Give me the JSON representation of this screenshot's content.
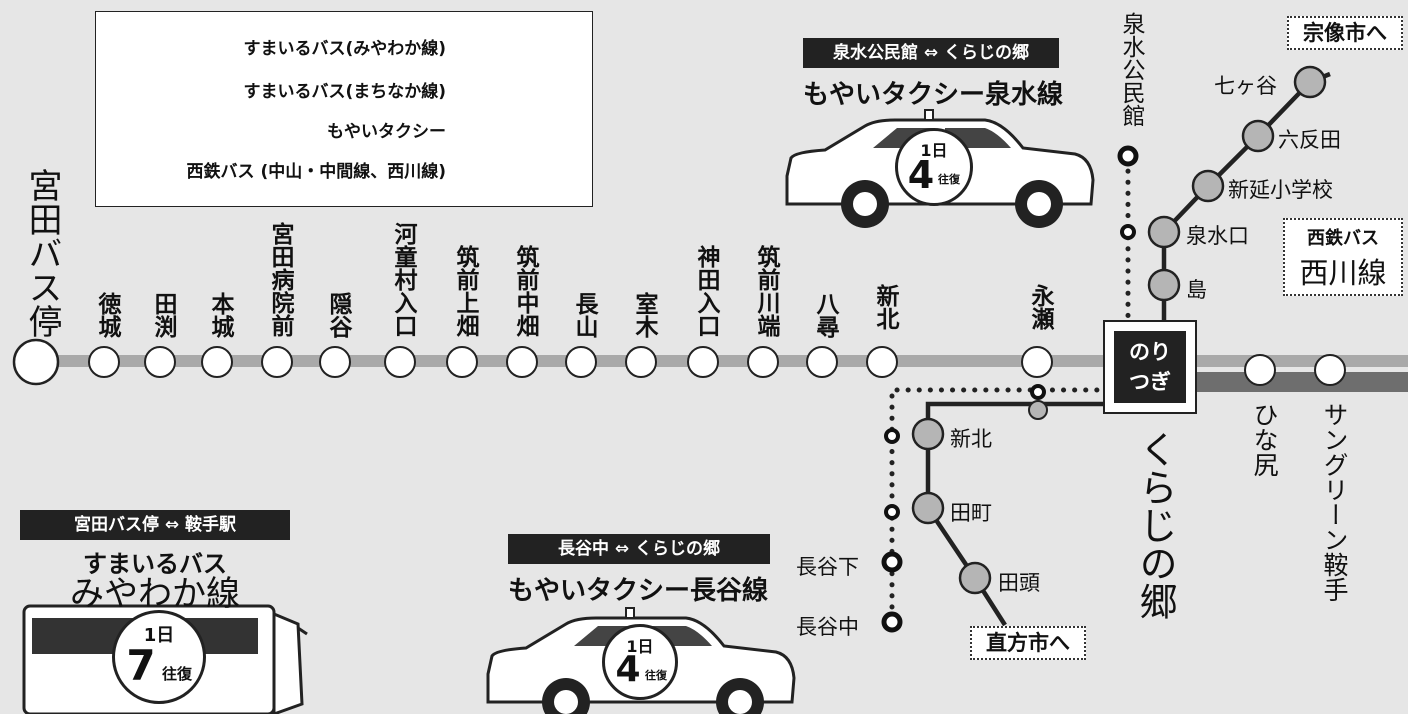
{
  "colors": {
    "background": "#e6e6e6",
    "miyawaka_line": "#a9a9a9",
    "machinaka_line": "#6e6e6e",
    "nishitetsu_line": "#222222",
    "taxi_dots": "#222222",
    "stop_fill": "#ffffff",
    "nishitetsu_stop_fill": "#b5b5b5"
  },
  "legend": {
    "items": [
      {
        "label": "すまいるバス(みやわか線)",
        "symbol": "light-gray-line-white-circle"
      },
      {
        "label": "すまいるバス(まちなか線)",
        "symbol": "dark-gray-line-white-circle"
      },
      {
        "label": "もやいタクシー",
        "symbol": "dotted-line-black-ring"
      },
      {
        "label": "西鉄バス (中山・中間線、西川線)",
        "symbol": "black-line-gray-circle"
      }
    ]
  },
  "main_line_stops": [
    "宮田バス停",
    "徳城",
    "田渕",
    "本城",
    "宮田病院前",
    "隠谷",
    "河童村入口",
    "筑前上畑",
    "筑前中畑",
    "長山",
    "室木",
    "神田入口",
    "筑前川端",
    "八尋",
    "新北",
    "永瀬"
  ],
  "hub": {
    "label": "のり つぎ",
    "name": "くらじの郷"
  },
  "east_stops": [
    "ひな尻",
    "サングリーン鞍手"
  ],
  "izumi_taxi": {
    "route": "泉水公民館 ⇔ くらじの郷",
    "name": "もやいタクシー泉水線",
    "badge_top": "1日",
    "badge_num": "4",
    "badge_unit": "往復",
    "stop": "泉水公民館"
  },
  "nishikawa": {
    "stops": [
      "泉水口",
      "島",
      "新延小学校",
      "六反田",
      "七ヶ谷"
    ],
    "to": "宗像市へ",
    "line_label": "西鉄バス",
    "line_name": "西川線"
  },
  "southern": {
    "stops": [
      "新北",
      "田町",
      "田頭"
    ],
    "to": "直方市へ"
  },
  "hase_taxi": {
    "route": "長谷中 ⇔ くらじの郷",
    "name": "もやいタクシー長谷線",
    "badge_top": "1日",
    "badge_num": "4",
    "badge_unit": "往復",
    "stops": [
      "長谷下",
      "長谷中"
    ]
  },
  "miyawaka_bus": {
    "route": "宮田バス停 ⇔ 鞍手駅",
    "name1": "すまいるバス",
    "name2": "みやわか線",
    "badge_top": "1日",
    "badge_num": "7",
    "badge_unit": "往復"
  }
}
